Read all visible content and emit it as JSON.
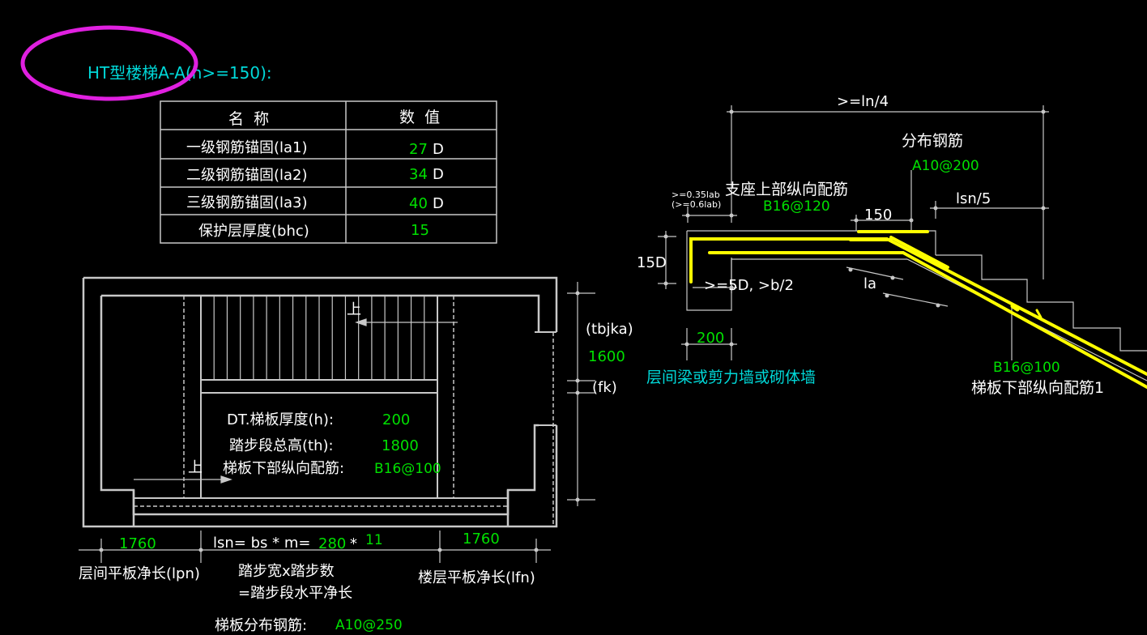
{
  "title": "HT型楼梯A-A(h>=150):",
  "table": {
    "headers": [
      "名  称",
      "数  值"
    ],
    "rows": [
      {
        "label": "一级钢筋锚固(la1)",
        "value": "27",
        "unit": "D"
      },
      {
        "label": "二级钢筋锚固(la2)",
        "value": "34",
        "unit": "D"
      },
      {
        "label": "三级钢筋锚固(la3)",
        "value": "40",
        "unit": "D"
      },
      {
        "label": "保护层厚度(bhc)",
        "value": "15",
        "unit": ""
      }
    ]
  },
  "plan": {
    "up_label_top": "上",
    "up_label_left": "上",
    "thickness_label": "DT.梯板厚度(h):",
    "thickness_value": "200",
    "height_label": "踏步段总高(th):",
    "height_value": "1800",
    "rebar_label": "梯板下部纵向配筋:",
    "rebar_value": "B16@100",
    "right_label_1": "(tbjka)",
    "right_value": "1600",
    "right_label_2": "(fk)",
    "dim_left_value": "1760",
    "dim_mid_prefix": "lsn= bs * m=",
    "dim_mid_bs": "280",
    "dim_mid_star": "*",
    "dim_mid_m": "11",
    "dim_right_value": "1760",
    "label_lpn": "层间平板净长(lpn)",
    "label_mid_1": "踏步宽x踏步数",
    "label_mid_2": "=踏步段水平净长",
    "label_lfn": "楼层平板净长(lfn)",
    "dist_label": "梯板分布钢筋:",
    "dist_value": "A10@250"
  },
  "detail": {
    "ln4": ">=ln/4",
    "dist_rebar_label": "分布钢筋",
    "dist_rebar_value": "A10@200",
    "support_label": "支座上部纵向配筋",
    "support_value": "B16@120",
    "anchor_a": ">=0.35lab",
    "anchor_b": "(>=0.6lab)",
    "dim_150": "150",
    "lsn5": "lsn/5",
    "dim_15d": "15D",
    "dim_5d": ">=5D, >b/2",
    "la": "la",
    "dim_200": "200",
    "beam_label": "层间梁或剪力墙或砌体墙",
    "lower_value": "B16@100",
    "lower_label": "梯板下部纵向配筋1"
  },
  "colors": {
    "background": "#000000",
    "line": "#c8c8c8",
    "text": "#ffffff",
    "value": "#00e000",
    "cyan": "#00d8d8",
    "rebar": "#ffff00",
    "highlight": "#e020e0"
  }
}
